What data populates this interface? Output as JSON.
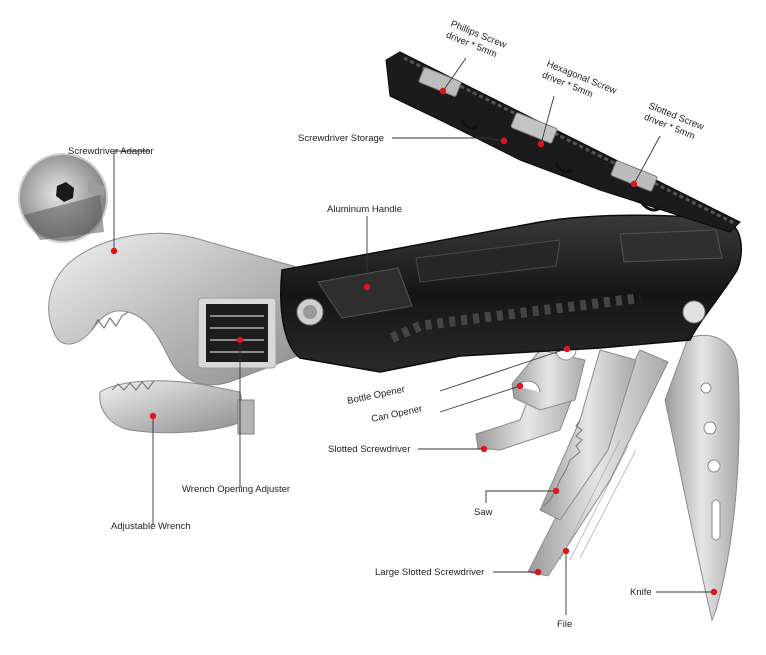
{
  "colors": {
    "dot": "#e0141b",
    "handle": "#1c1c1c",
    "steel": "#c9c9c9",
    "leader": "#333333"
  },
  "labels": {
    "screwdriver_adaptor": "Screwdriver Adaptor",
    "adjustable_wrench": "Adjustable Wrench",
    "wrench_opening_adjuster": "Wrench Opening Adjuster",
    "aluminum_handle": "Aluminum Handle",
    "screwdriver_storage": "Screwdriver Storage",
    "phillips_line1": "Phillips Screw",
    "phillips_line2": "driver * 5mm",
    "hexagonal_line1": "Hexagonal Screw",
    "hexagonal_line2": "driver * 5mm",
    "slotted_line1": "Slotted Screw",
    "slotted_line2": "driver * 5mm",
    "bottle_opener": "Bottle Opener",
    "can_opener": "Can Opener",
    "slotted_screwdriver": "Slotted Screwdriver",
    "saw": "Saw",
    "large_slotted_screwdriver": "Large Slotted Screwdriver",
    "file": "File",
    "knife": "Knife"
  }
}
